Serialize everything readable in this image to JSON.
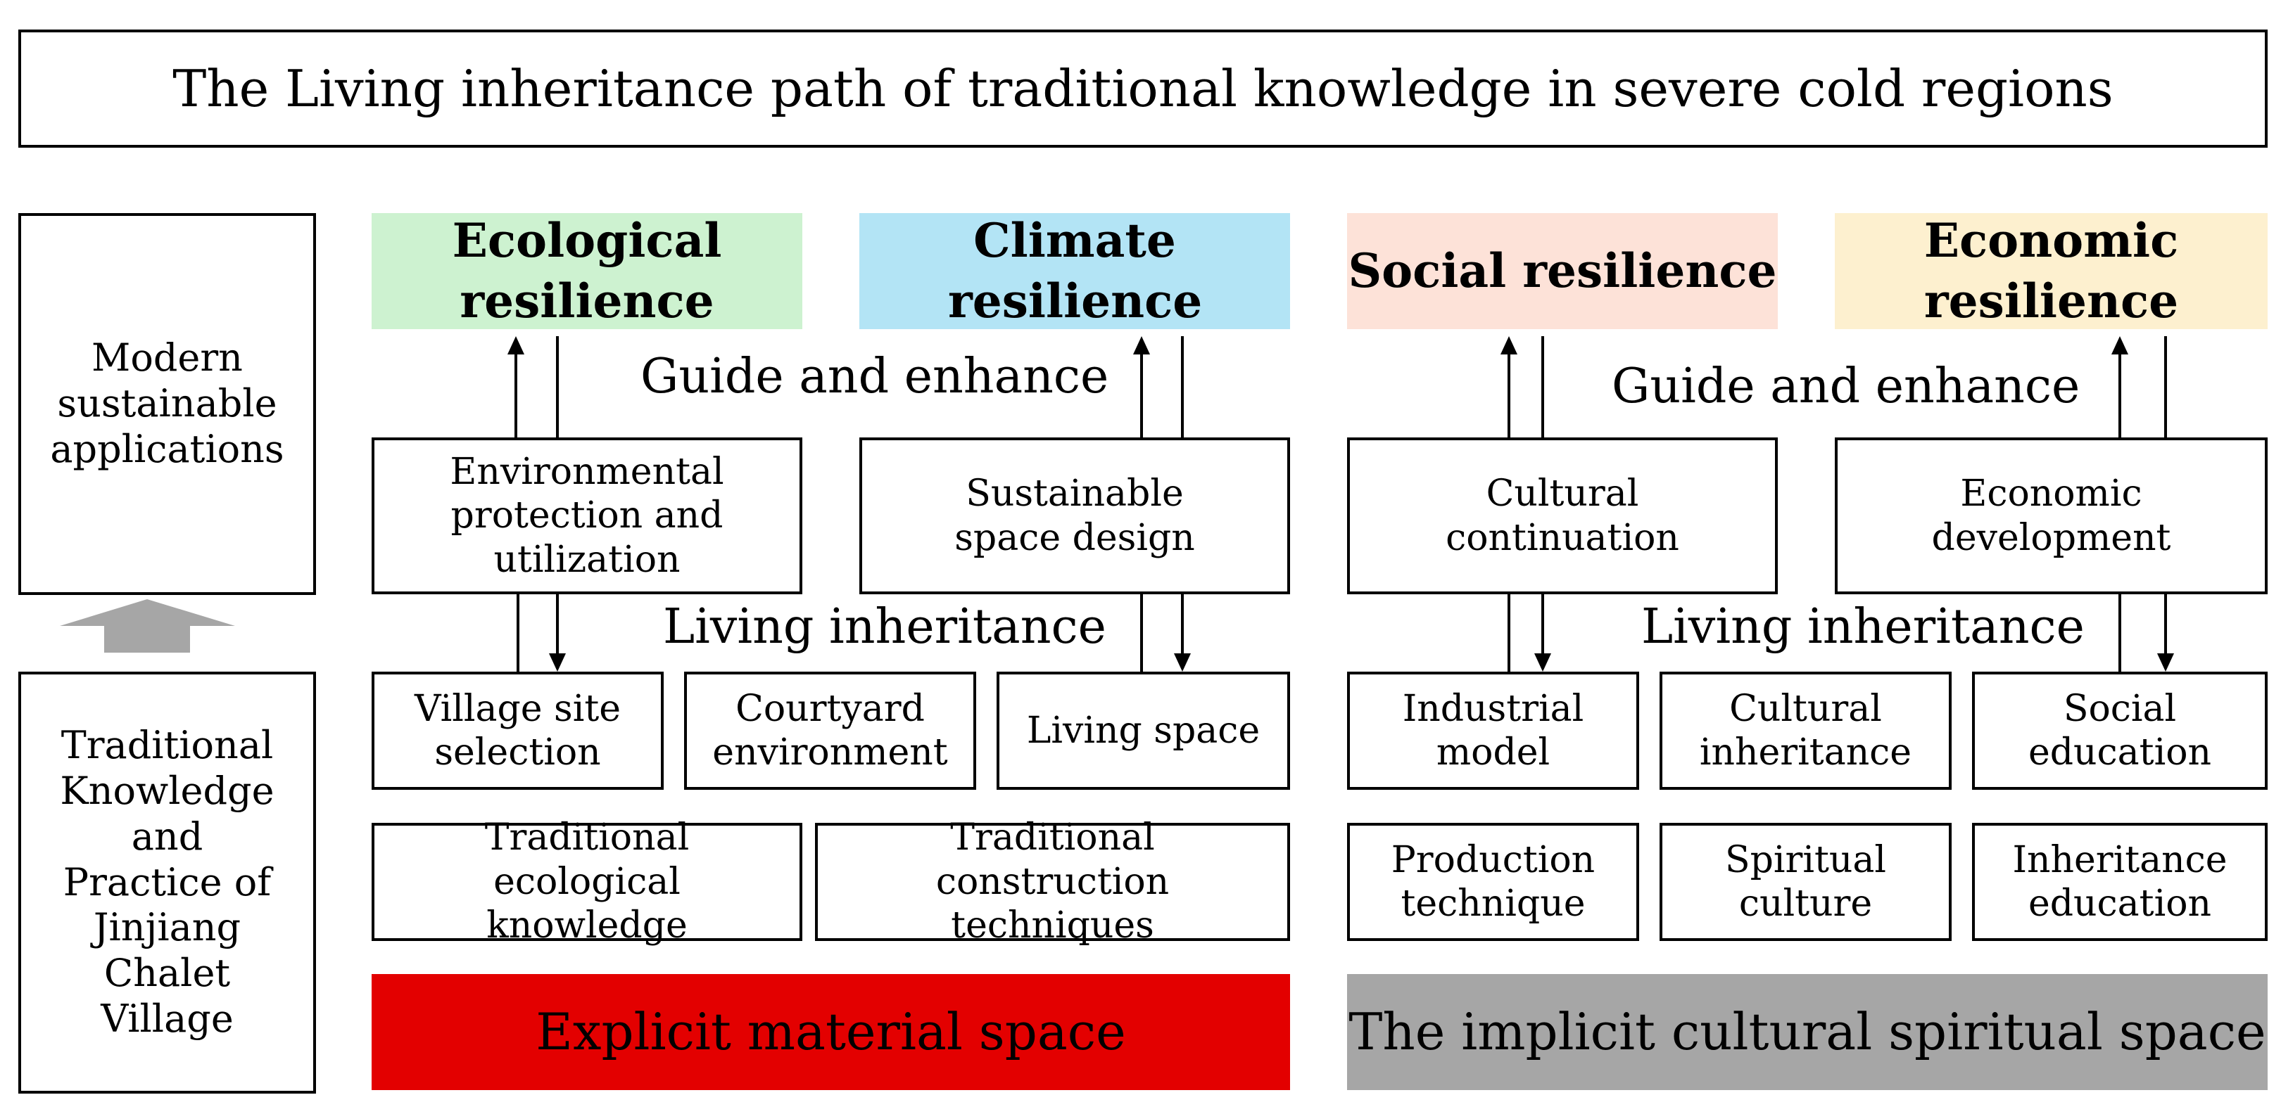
{
  "title": "The Living inheritance path of traditional knowledge in severe cold regions",
  "left_column": {
    "top_box": "Modern sustainable applications",
    "bottom_box": "Traditional Knowledge and Practice of Jinjiang Chalet Village"
  },
  "resilience": {
    "ecological": "Ecological resilience",
    "climate": "Climate resilience",
    "social": "Social resilience",
    "economic": "Economic resilience"
  },
  "labels": {
    "guide_left": "Guide and enhance",
    "guide_right": "Guide and enhance",
    "living_left": "Living inheritance",
    "living_right": "Living inheritance"
  },
  "applications": {
    "env": "Environmental protection and utilization",
    "space": "Sustainable space design",
    "culture": "Cultural continuation",
    "econ": "Economic development"
  },
  "elements": {
    "village": "Village site selection",
    "courtyard": "Courtyard environment",
    "living": "Living space",
    "industrial": "Industrial model",
    "cultural_inh": "Cultural inheritance",
    "social_edu": "Social education"
  },
  "knowledge": {
    "tek": "Traditional ecological knowledge",
    "tct": "Traditional construction techniques",
    "production": "Production technique",
    "spiritual": "Spiritual culture",
    "inheritance_edu": "Inheritance education"
  },
  "spaces": {
    "explicit": "Explicit material space",
    "implicit": "The implicit cultural spiritual space"
  },
  "colors": {
    "ecological": "#cdf2d0",
    "climate": "#b3e4f5",
    "social": "#fde2d8",
    "economic": "#fdf0cf",
    "explicit": "#e30000",
    "implicit": "#a6a6a6",
    "up_arrow": "#a6a6a6"
  }
}
